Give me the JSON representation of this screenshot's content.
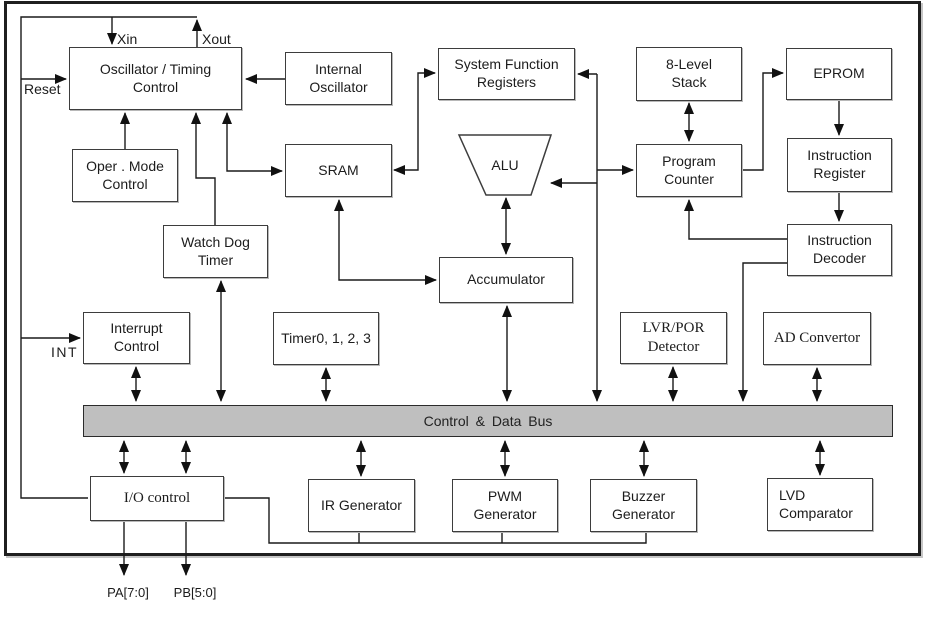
{
  "diagram": {
    "blocks": {
      "oscillator": "Oscillator / Timing\nControl",
      "internal_oscillator": "Internal\nOscillator",
      "system_function_registers": "System Function\nRegisters",
      "stack_8_level": "8-Level\nStack",
      "eprom": "EPROM",
      "oper_mode_control": "Oper . Mode\nControl",
      "sram": "SRAM",
      "alu": "ALU",
      "program_counter": "Program\nCounter",
      "instruction_register": "Instruction\nRegister",
      "instruction_decoder": "Instruction\nDecoder",
      "watch_dog_timer": "Watch Dog\nTimer",
      "accumulator": "Accumulator",
      "interrupt_control": "Interrupt\nControl",
      "timers": "Timer0, 1, 2, 3",
      "lvr_por_detector": "LVR/POR\nDetector",
      "ad_convertor": "AD Convertor",
      "io_control": "I/O control",
      "ir_generator": "IR Generator",
      "pwm_generator": "PWM\nGenerator",
      "buzzer_generator": "Buzzer\nGenerator",
      "lvd_comparator": "LVD\nComparator"
    },
    "bus": {
      "label": "Control & Data Bus"
    },
    "pins": {
      "xin": "Xin",
      "xout": "Xout",
      "reset": "Reset",
      "int": "INT",
      "port_a": "PA[7:0]",
      "port_b": "PB[5:0]"
    },
    "colors": {
      "background": "#ffffff",
      "bus_fill": "#bfbfbf",
      "wire": "#1a1a1a",
      "box_border": "#3d3d3d",
      "frame_border": "#1f1f1f"
    }
  }
}
